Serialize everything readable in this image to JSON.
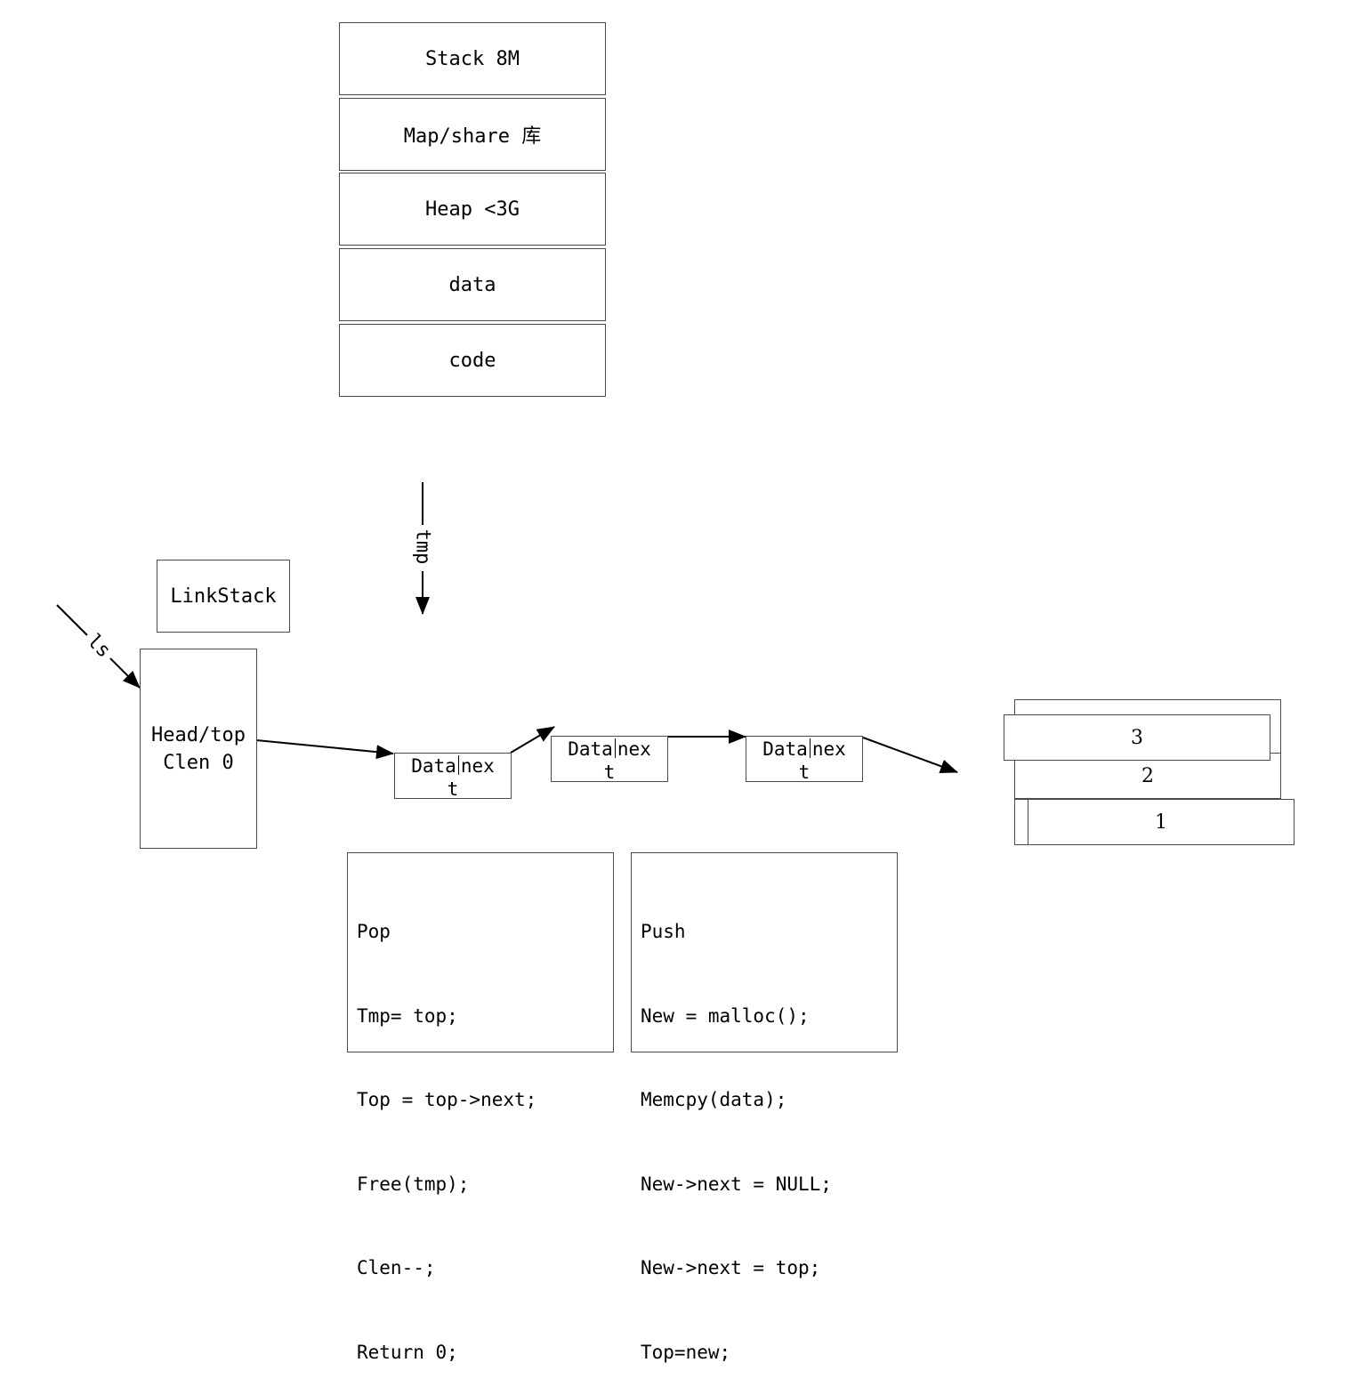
{
  "memory_layout": [
    "Stack 8M",
    "Map/share 库",
    "Heap <3G",
    "data",
    "code"
  ],
  "tmp_label": "tmp",
  "ls_label": "ls",
  "linkstack_label": "LinkStack",
  "head": {
    "line1": "Head/top",
    "line2": "Clen 0"
  },
  "nodes": [
    {
      "data": "Data",
      "next_a": "nex",
      "next_b": "t"
    },
    {
      "data": "Data",
      "next_a": "nex",
      "next_b": "t"
    },
    {
      "data": "Data",
      "next_a": "nex",
      "next_b": "t"
    }
  ],
  "pop": {
    "title": "Pop",
    "lines": [
      "Tmp= top;",
      "Top = top->next;",
      "Free(tmp);",
      "Clen--;",
      "Return 0;"
    ]
  },
  "push": {
    "title": "Push",
    "lines": [
      "New = malloc();",
      "Memcpy(data);",
      "New->next = NULL;",
      "New->next = top;",
      "Top=new;"
    ]
  },
  "stack_plates": [
    "3",
    "2",
    "1"
  ]
}
